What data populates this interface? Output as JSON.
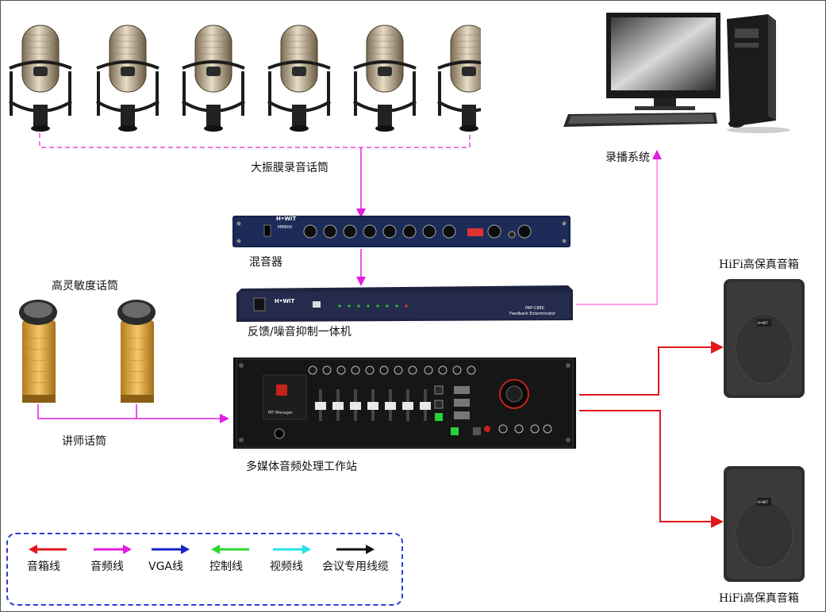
{
  "labels": {
    "large_mic": "大振膜录音话筒",
    "recording_system": "录播系统",
    "mixer": "混音器",
    "feedback": "反馈/噪音抑制一体机",
    "high_sens_mic": "高灵敏度话筒",
    "lecturer_mic": "讲师话筒",
    "workstation": "多媒体音频处理工作站",
    "speaker_top": "HiFi高保真音箱",
    "speaker_bottom": "HiFi高保真音箱"
  },
  "devices": {
    "mixer_brand": "H•WiT",
    "mixer_model": "MM600",
    "feedback_brand": "H•WiT",
    "feedback_model": "PAP-C880",
    "feedback_desc": "Feedback Exterminator",
    "workstation_badge": "MT Manager",
    "speaker_badge": "H•WiT"
  },
  "legend": [
    {
      "label": "音箱线",
      "color": "#e3161b"
    },
    {
      "label": "音频线",
      "color": "#e11ee1"
    },
    {
      "label": "VGA线",
      "color": "#1424c8"
    },
    {
      "label": "控制线",
      "color": "#2bd82b"
    },
    {
      "label": "视频线",
      "color": "#27e0e6"
    },
    {
      "label": "会议专用线缆",
      "color": "#111111"
    }
  ],
  "colors": {
    "speaker_line": "#e3161b",
    "audio_line": "#e11ee1",
    "recording_link": "#ff7be9",
    "legend_border": "#2a3bd6"
  }
}
